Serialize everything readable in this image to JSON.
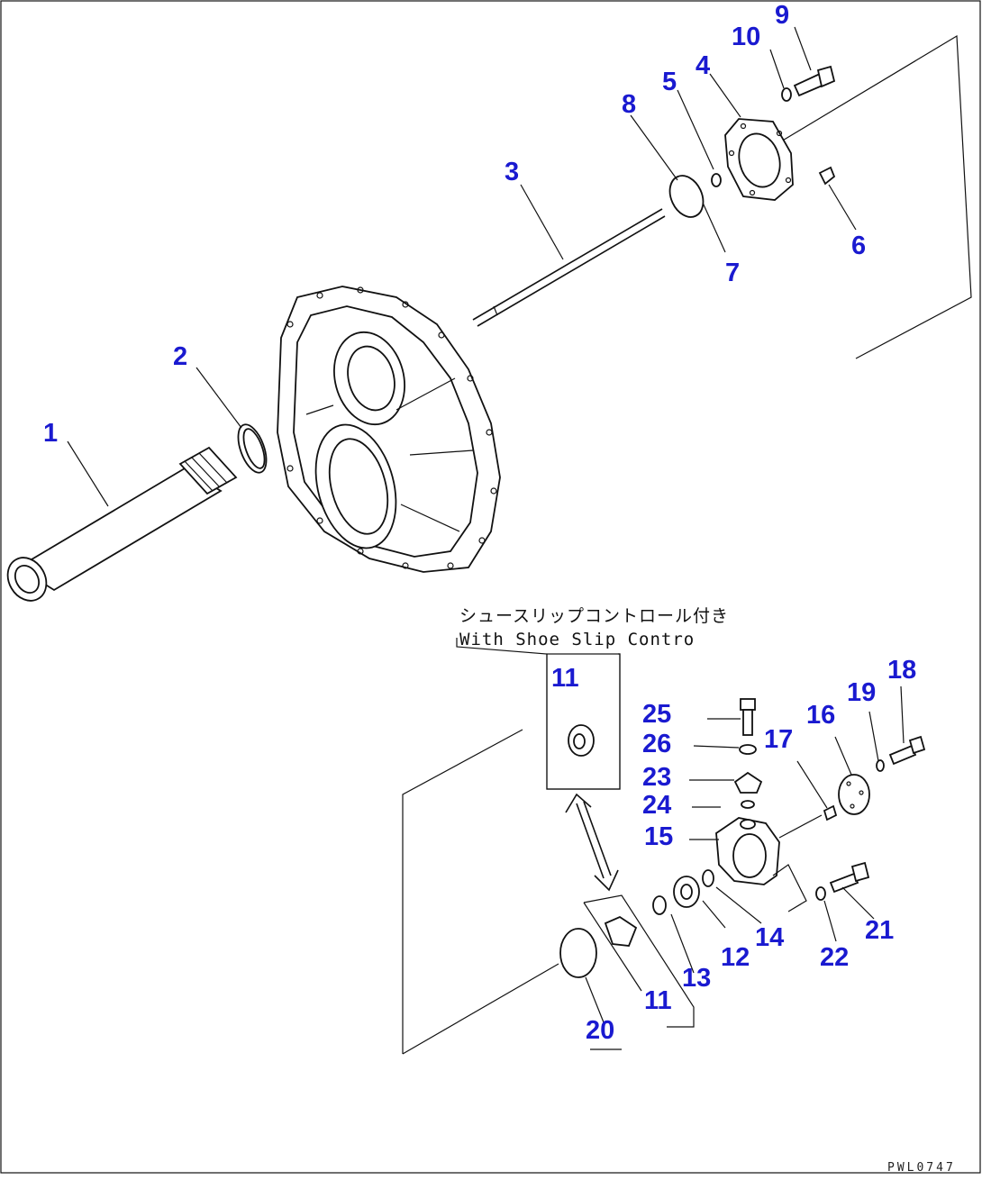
{
  "accent_color": "#1a1ad0",
  "callouts": {
    "c1": "1",
    "c2": "2",
    "c3": "3",
    "c4": "4",
    "c5": "5",
    "c6": "6",
    "c7": "7",
    "c8": "8",
    "c9": "9",
    "c10": "10",
    "c11a": "11",
    "c11b": "11",
    "c12": "12",
    "c13": "13",
    "c14": "14",
    "c15": "15",
    "c16": "16",
    "c17": "17",
    "c18": "18",
    "c19": "19",
    "c20": "20",
    "c21": "21",
    "c22": "22",
    "c23": "23",
    "c24": "24",
    "c25": "25",
    "c26": "26"
  },
  "notes": {
    "option_jp": "シュースリップコントロール付き",
    "option_en": "With Shoe Slip Contro"
  },
  "footer": {
    "code": "PWL0747"
  }
}
